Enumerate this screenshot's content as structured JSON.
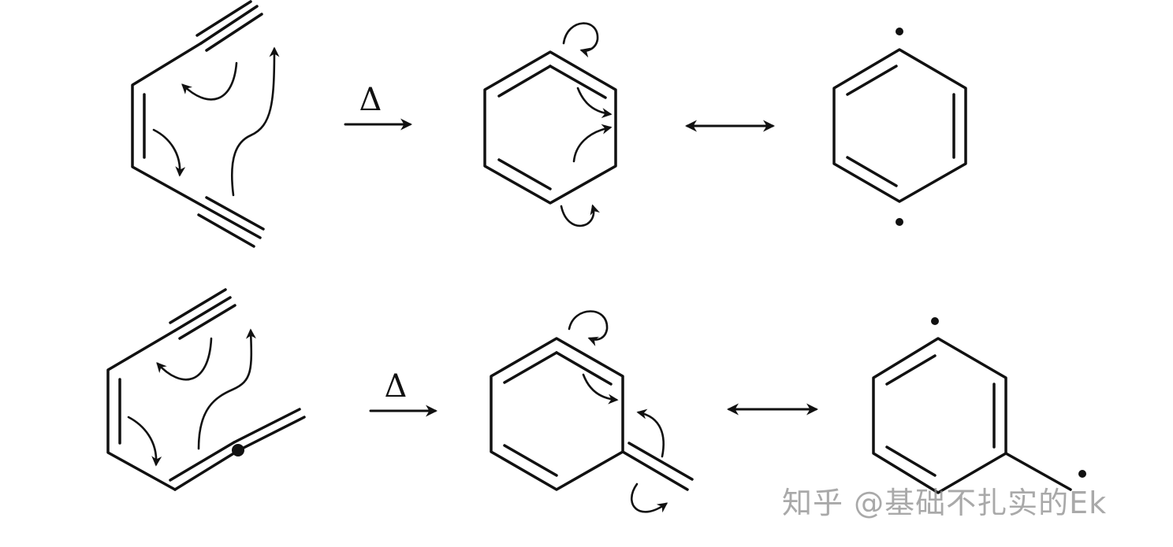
{
  "reactions": [
    {
      "condition": "Δ"
    },
    {
      "condition": "Δ"
    }
  ],
  "watermark": "知乎 @基础不扎实的Ek"
}
